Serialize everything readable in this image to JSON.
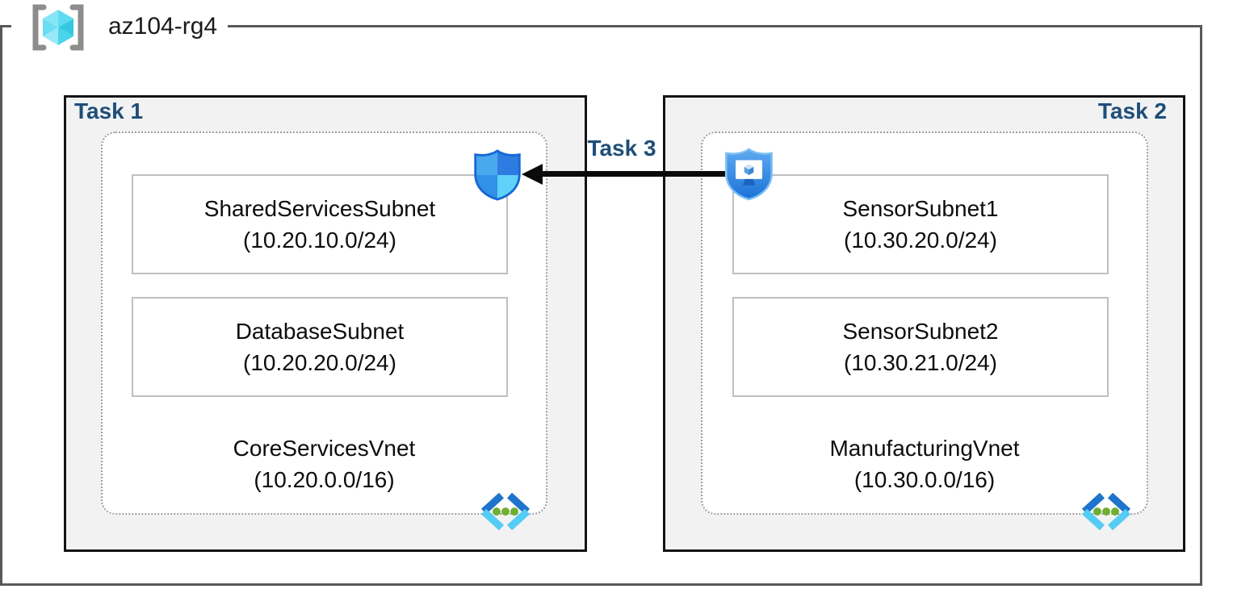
{
  "resource_group": {
    "label": "az104-rg4"
  },
  "tasks": {
    "t1": "Task 1",
    "t2": "Task 2",
    "t3": "Task 3"
  },
  "vnets": [
    {
      "name": "CoreServicesVnet",
      "cidr": "(10.20.0.0/16)",
      "task": "Task 1",
      "subnets": [
        {
          "name": "SharedServicesSubnet",
          "cidr": "(10.20.10.0/24)"
        },
        {
          "name": "DatabaseSubnet",
          "cidr": "(10.20.20.0/24)"
        }
      ]
    },
    {
      "name": "ManufacturingVnet",
      "cidr": "(10.30.0.0/16)",
      "task": "Task 2",
      "subnets": [
        {
          "name": "SensorSubnet1",
          "cidr": "(10.30.20.0/24)"
        },
        {
          "name": "SensorSubnet2",
          "cidr": "(10.30.21.0/24)"
        }
      ]
    }
  ],
  "connection": {
    "label": "Task 3",
    "from": "ManufacturingVnet bastion/security icon",
    "to": "CoreServicesVnet defender shield icon",
    "direction": "right-to-left"
  },
  "icons": {
    "resource_group": "resource-group-cube-icon",
    "left_endpoint": "defender-shield-icon",
    "right_endpoint": "bastion-shield-monitor-icon",
    "vnet": "virtual-network-chevrons-icon"
  },
  "colors": {
    "task_label": "#1F4E79",
    "frame": "#595959",
    "task_box_fill": "#F2F2F2",
    "task_box_border": "#141414",
    "dotted_border": "#9E9E9E",
    "subnet_border": "#BFBFBF",
    "arrow": "#0A0A0A",
    "shield_blue": "#2E7CE2",
    "shield_cyan": "#5ED2F9",
    "vnet_dark_blue": "#1E74CC",
    "vnet_cyan": "#55CCF3",
    "vnet_green": "#6FAE33",
    "rg_cyan": "#66DCF2",
    "rg_bracket_gray": "#8D8D8D"
  }
}
